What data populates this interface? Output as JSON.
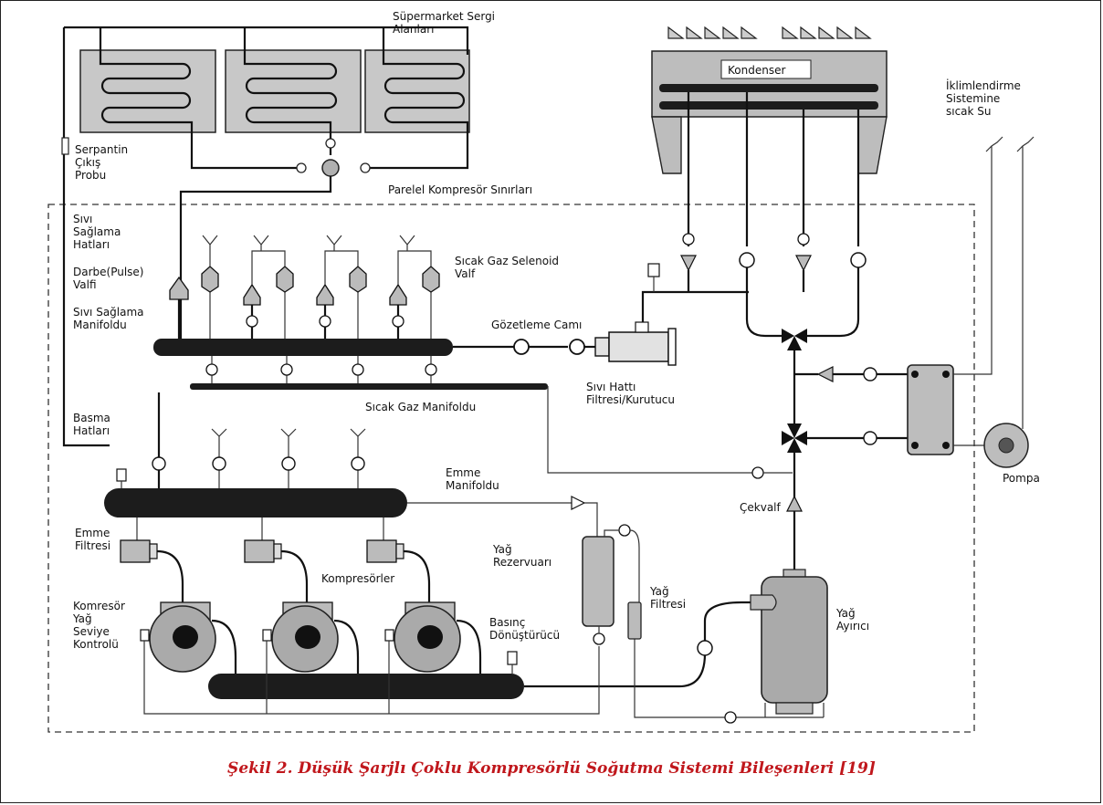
{
  "labels": {
    "display": "Süpermarket Sergi\nAlanları",
    "probe": "Serpantin\nÇıkış\nProbu",
    "parallel": "Parelel Kompresör Sınırları",
    "liquid_lines": "Sıvı\nSağlama\nHatları",
    "pulse": "Darbe(Pulse)\nValfi",
    "liquid_manifold": "Sıvı Sağlama\nManifoldu",
    "hot_gas_sol": "Sıcak Gaz Selenoid\nValf",
    "sight": "Gözetleme Camı",
    "filter_dryer": "Sıvı Hattı\nFiltresi/Kurutucu",
    "hot_gas_manifold": "Sıcak Gaz Manifoldu",
    "discharge": "Basma\nHatları",
    "suction_manifold": "Emme\nManifoldu",
    "check_valve": "Çekvalf",
    "suction_filter": "Emme\nFiltresi",
    "compressors": "Kompresörler",
    "oil_reservoir": "Yağ\nRezervuarı",
    "oil_filter": "Yağ\nFiltresi",
    "oil_level": "Komresör\nYağ\nSeviye\nKontrolü",
    "transducer": "Basınç\nDönüştürücü",
    "oil_separator": "Yağ\nAyırıcı",
    "condenser": "Kondenser",
    "hvac": "İklimlendirme\nSistemine\nsıcak Su",
    "pump": "Pompa"
  },
  "caption": "Şekil 2. Düşük Şarjlı Çoklu Kompresörlü Soğutma Sistemi Bileşenleri [19]"
}
